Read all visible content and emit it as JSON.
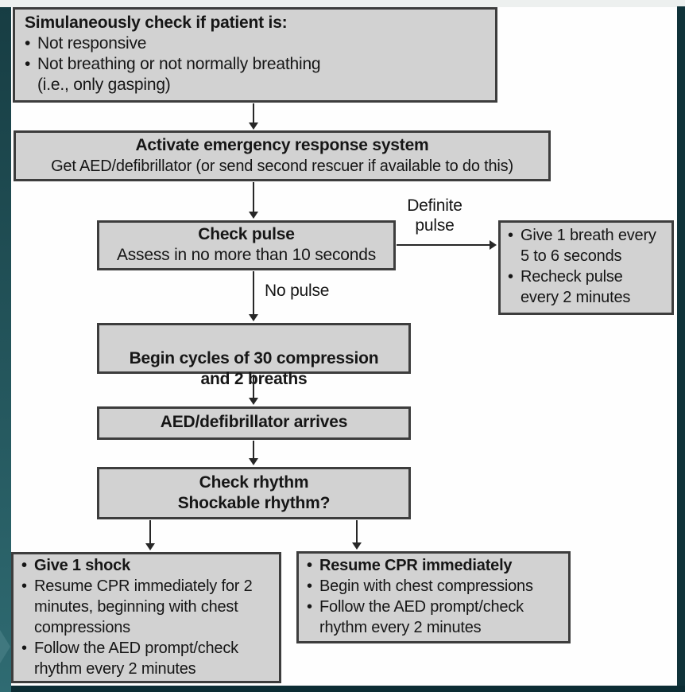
{
  "diagram": {
    "bullet_char": "•",
    "colors": {
      "box_fill": "#d2d2d2",
      "box_border": "#3d3d3d",
      "arrow": "#272727",
      "text": "#161616",
      "canvas": "#fefefe",
      "top_strip": "#edf0ef",
      "teal_left_top": "#173d43",
      "teal_left_bottom": "#2f6b72",
      "teal_right": "#10333a",
      "teal_bottom": "#0c2d34",
      "triangle": "#40787f"
    },
    "boxes": {
      "check_patient": {
        "title": "Simulaneously check if patient is:",
        "bullet1": "Not responsive",
        "bullet2": "Not breathing or not normally breathing",
        "continuation": "(i.e., only gasping)"
      },
      "activate_ems": {
        "title": "Activate emergency response system",
        "subtitle": "Get AED/defibrillator (or send second rescuer if available to do this)"
      },
      "check_pulse": {
        "title": "Check pulse",
        "subtitle": "Assess in no more than 10 seconds"
      },
      "rescue_breathing": {
        "bullet1": "Give 1 breath every\n5 to 6 seconds",
        "bullet2": "Recheck pulse\nevery 2 minutes"
      },
      "compressions": {
        "title": "Begin cycles of 30 compression\nand 2 breaths"
      },
      "aed_arrives": {
        "title": "AED/defibrillator arrives"
      },
      "check_rhythm": {
        "line1": "Check rhythm",
        "line2": "Shockable rhythm?"
      },
      "shockable": {
        "bullet1": "Give 1 shock",
        "bullet2": "Resume CPR immediately for 2\nminutes, beginning with chest\ncompressions",
        "bullet3": "Follow the AED prompt/check\nrhythm every 2 minutes"
      },
      "not_shockable": {
        "bullet1": "Resume CPR immediately",
        "bullet2": "Begin with chest compressions",
        "bullet3": "Follow the AED prompt/check\nrhythm every 2 minutes"
      }
    },
    "labels": {
      "definite_pulse": "Definite\npulse",
      "no_pulse": "No pulse"
    }
  }
}
